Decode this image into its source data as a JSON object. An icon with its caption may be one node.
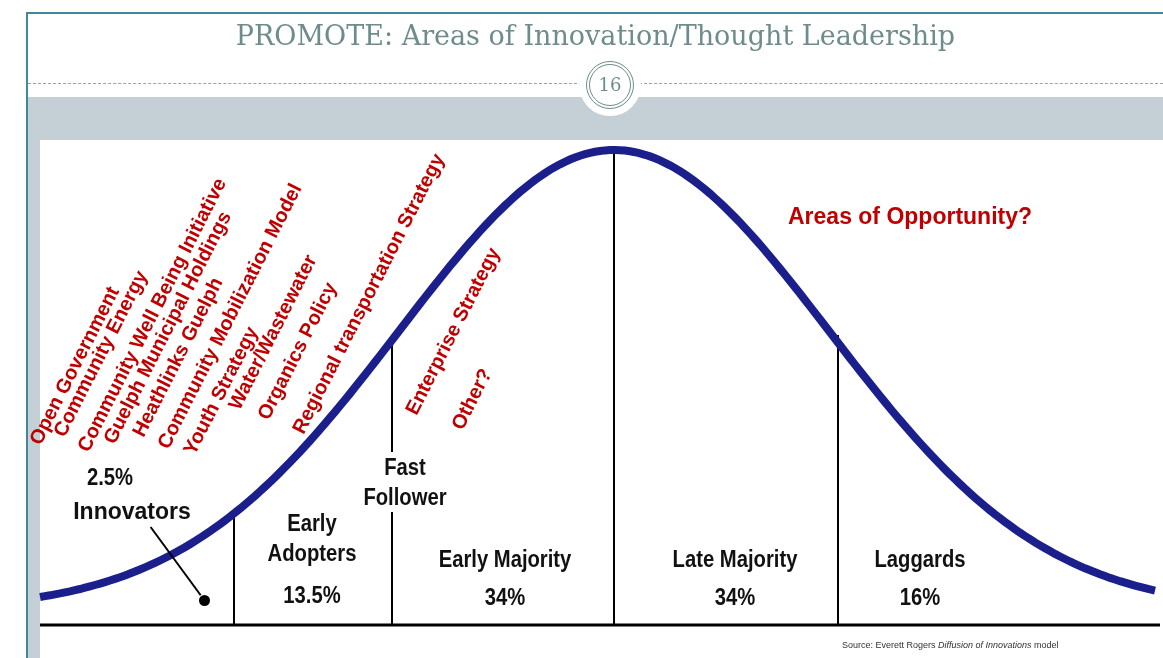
{
  "diagram": {
    "title": "PROMOTE: Areas of Innovation/Thought Leadership",
    "nodes": [
      {
        "text": [
          "16"
        ]
      },
      {
        "text": [
          "Innovators"
        ]
      },
      {
        "text": [],
        "shape": "circle"
      }
    ],
    "edges": [
      {
        "from": 1,
        "to": 2,
        "arrow": "none"
      }
    ],
    "labels": [
      "Open Government",
      "Community Energy",
      "Community Well Being Initiative",
      "Guelph Municipal Holdings",
      "Heathlinks Guelph",
      "Community Mobilization Model",
      "Youth Strategy",
      "Water/Wastewater",
      "Organics Policy",
      "Regional transportation Strategy",
      "Enterprise Strategy",
      "Other?",
      "Areas of Opportunity?",
      "2.5%",
      "Fast Follower",
      "Early Adopters",
      "13.5%",
      "Early Majority",
      "34%",
      "Late Majority",
      "34%",
      "Laggards",
      "16%",
      "Source: Everett Rogers *Diffusion of Innovations* model"
    ]
  }
}
